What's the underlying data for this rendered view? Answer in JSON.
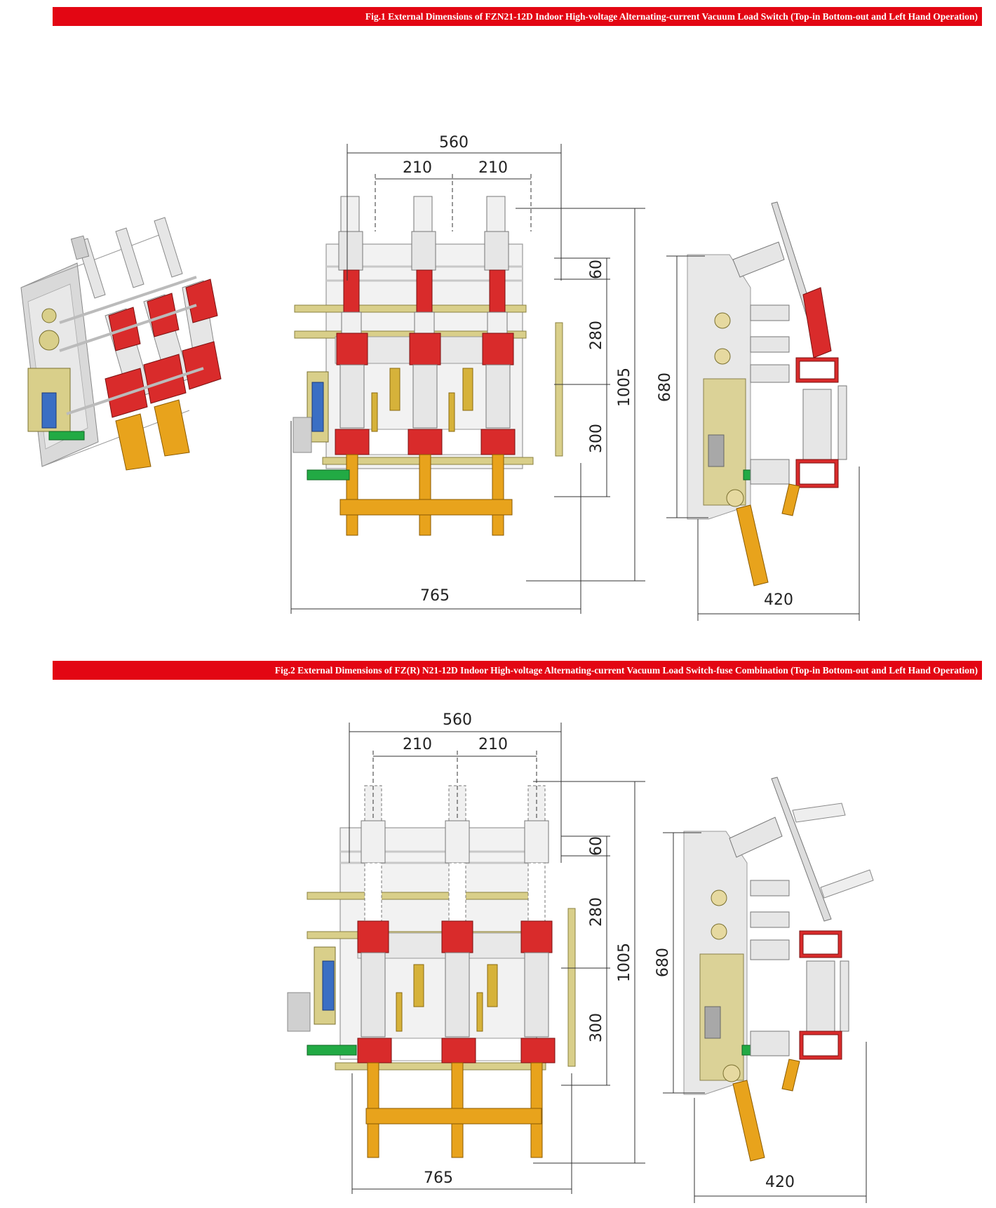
{
  "figures": [
    {
      "caption": "Fig.1 External Dimensions of FZN21-12D Indoor High-voltage Alternating-current Vacuum Load Switch (Top-in Bottom-out and Left Hand Operation)",
      "dimensions": {
        "width_total": "560",
        "pitch_left": "210",
        "pitch_right": "210",
        "height_top": "60",
        "height_mid": "280",
        "height_low": "300",
        "height_total": "1005",
        "side_height": "680",
        "base_width": "765",
        "side_depth": "420"
      }
    },
    {
      "caption": "Fig.2 External Dimensions of FZ(R) N21-12D Indoor High-voltage Alternating-current Vacuum Load Switch-fuse Combination (Top-in Bottom-out and Left Hand Operation)",
      "dimensions": {
        "width_total": "560",
        "pitch_left": "210",
        "pitch_right": "210",
        "height_top": "60",
        "height_mid": "280",
        "height_low": "300",
        "height_total": "1005",
        "side_height": "680",
        "base_width": "765",
        "side_depth": "420"
      }
    }
  ],
  "colors": {
    "banner": "#e30613",
    "contact_red": "#d92b2b",
    "insulator": "#e6e6e6",
    "yellow_rod": "#d9cf8a",
    "spring": "#d6b23a",
    "busbar": "#e8a31c",
    "green_terminal": "#22aa44",
    "blue_module": "#3a6fc4",
    "frame": "#d9d9d9"
  }
}
